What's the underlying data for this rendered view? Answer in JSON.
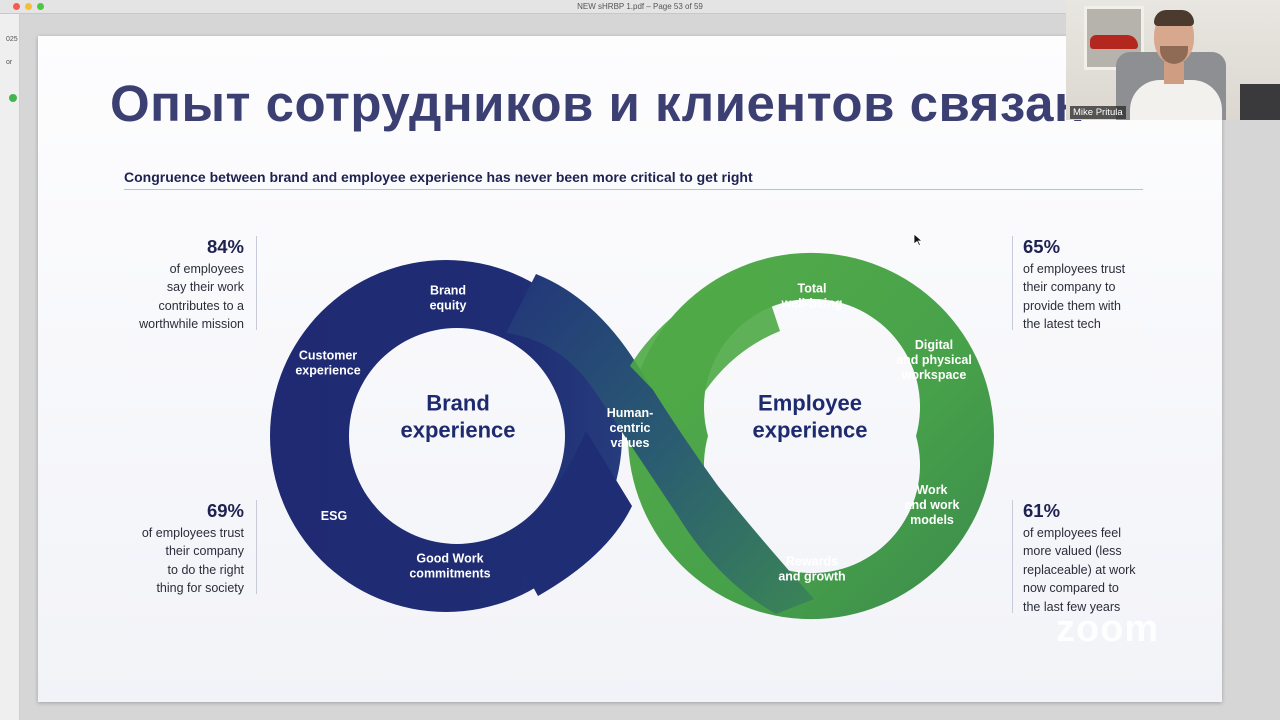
{
  "window": {
    "title": "NEW sHRBP 1.pdf – Page 53 of 59"
  },
  "left_strip": {
    "text1": "025",
    "text2": "or"
  },
  "slide": {
    "title": "Опыт сотрудников и клиентов связан",
    "subtitle": "Congruence between brand and employee experience has never been more critical to get right",
    "stats": {
      "top_left": {
        "pct": "84%",
        "lines": [
          "of employees",
          "say their work",
          "contributes to a",
          "worthwhile mission"
        ]
      },
      "bottom_left": {
        "pct": "69%",
        "lines": [
          "of employees trust",
          "their company",
          "to do the right",
          "thing for society"
        ]
      },
      "top_right": {
        "pct": "65%",
        "lines": [
          "of employees trust",
          "their company to",
          "provide them with",
          "the latest tech"
        ]
      },
      "bottom_right": {
        "pct": "61%",
        "lines": [
          "of employees feel",
          "more valued (less",
          "replaceable) at work",
          "now compared to",
          "the last few years"
        ]
      }
    },
    "diagram": {
      "left_center": [
        "Brand",
        "experience"
      ],
      "right_center": [
        "Employee",
        "experience"
      ],
      "labels": {
        "brand_equity": [
          "Brand",
          "equity"
        ],
        "customer_experience": [
          "Customer",
          "experience"
        ],
        "esg": [
          "ESG"
        ],
        "good_work": [
          "Good Work",
          "commitments"
        ],
        "human_centric": [
          "Human-",
          "centric",
          "values"
        ],
        "total_wellbeing": [
          "Total",
          "well-being"
        ],
        "digital_workspace": [
          "Digital",
          "and physical",
          "workspace"
        ],
        "work_models": [
          "Work",
          "and work",
          "models"
        ],
        "rewards": [
          "Rewards",
          "and growth"
        ]
      },
      "colors": {
        "brand_dark": "#1f2a73",
        "brand_mid": "#244e78",
        "employee_green": "#4fa845",
        "center_text": "#1e2a6e"
      }
    }
  },
  "overlay": {
    "zoom_logo": "zoom",
    "participant_name": "Mike Pritula"
  }
}
